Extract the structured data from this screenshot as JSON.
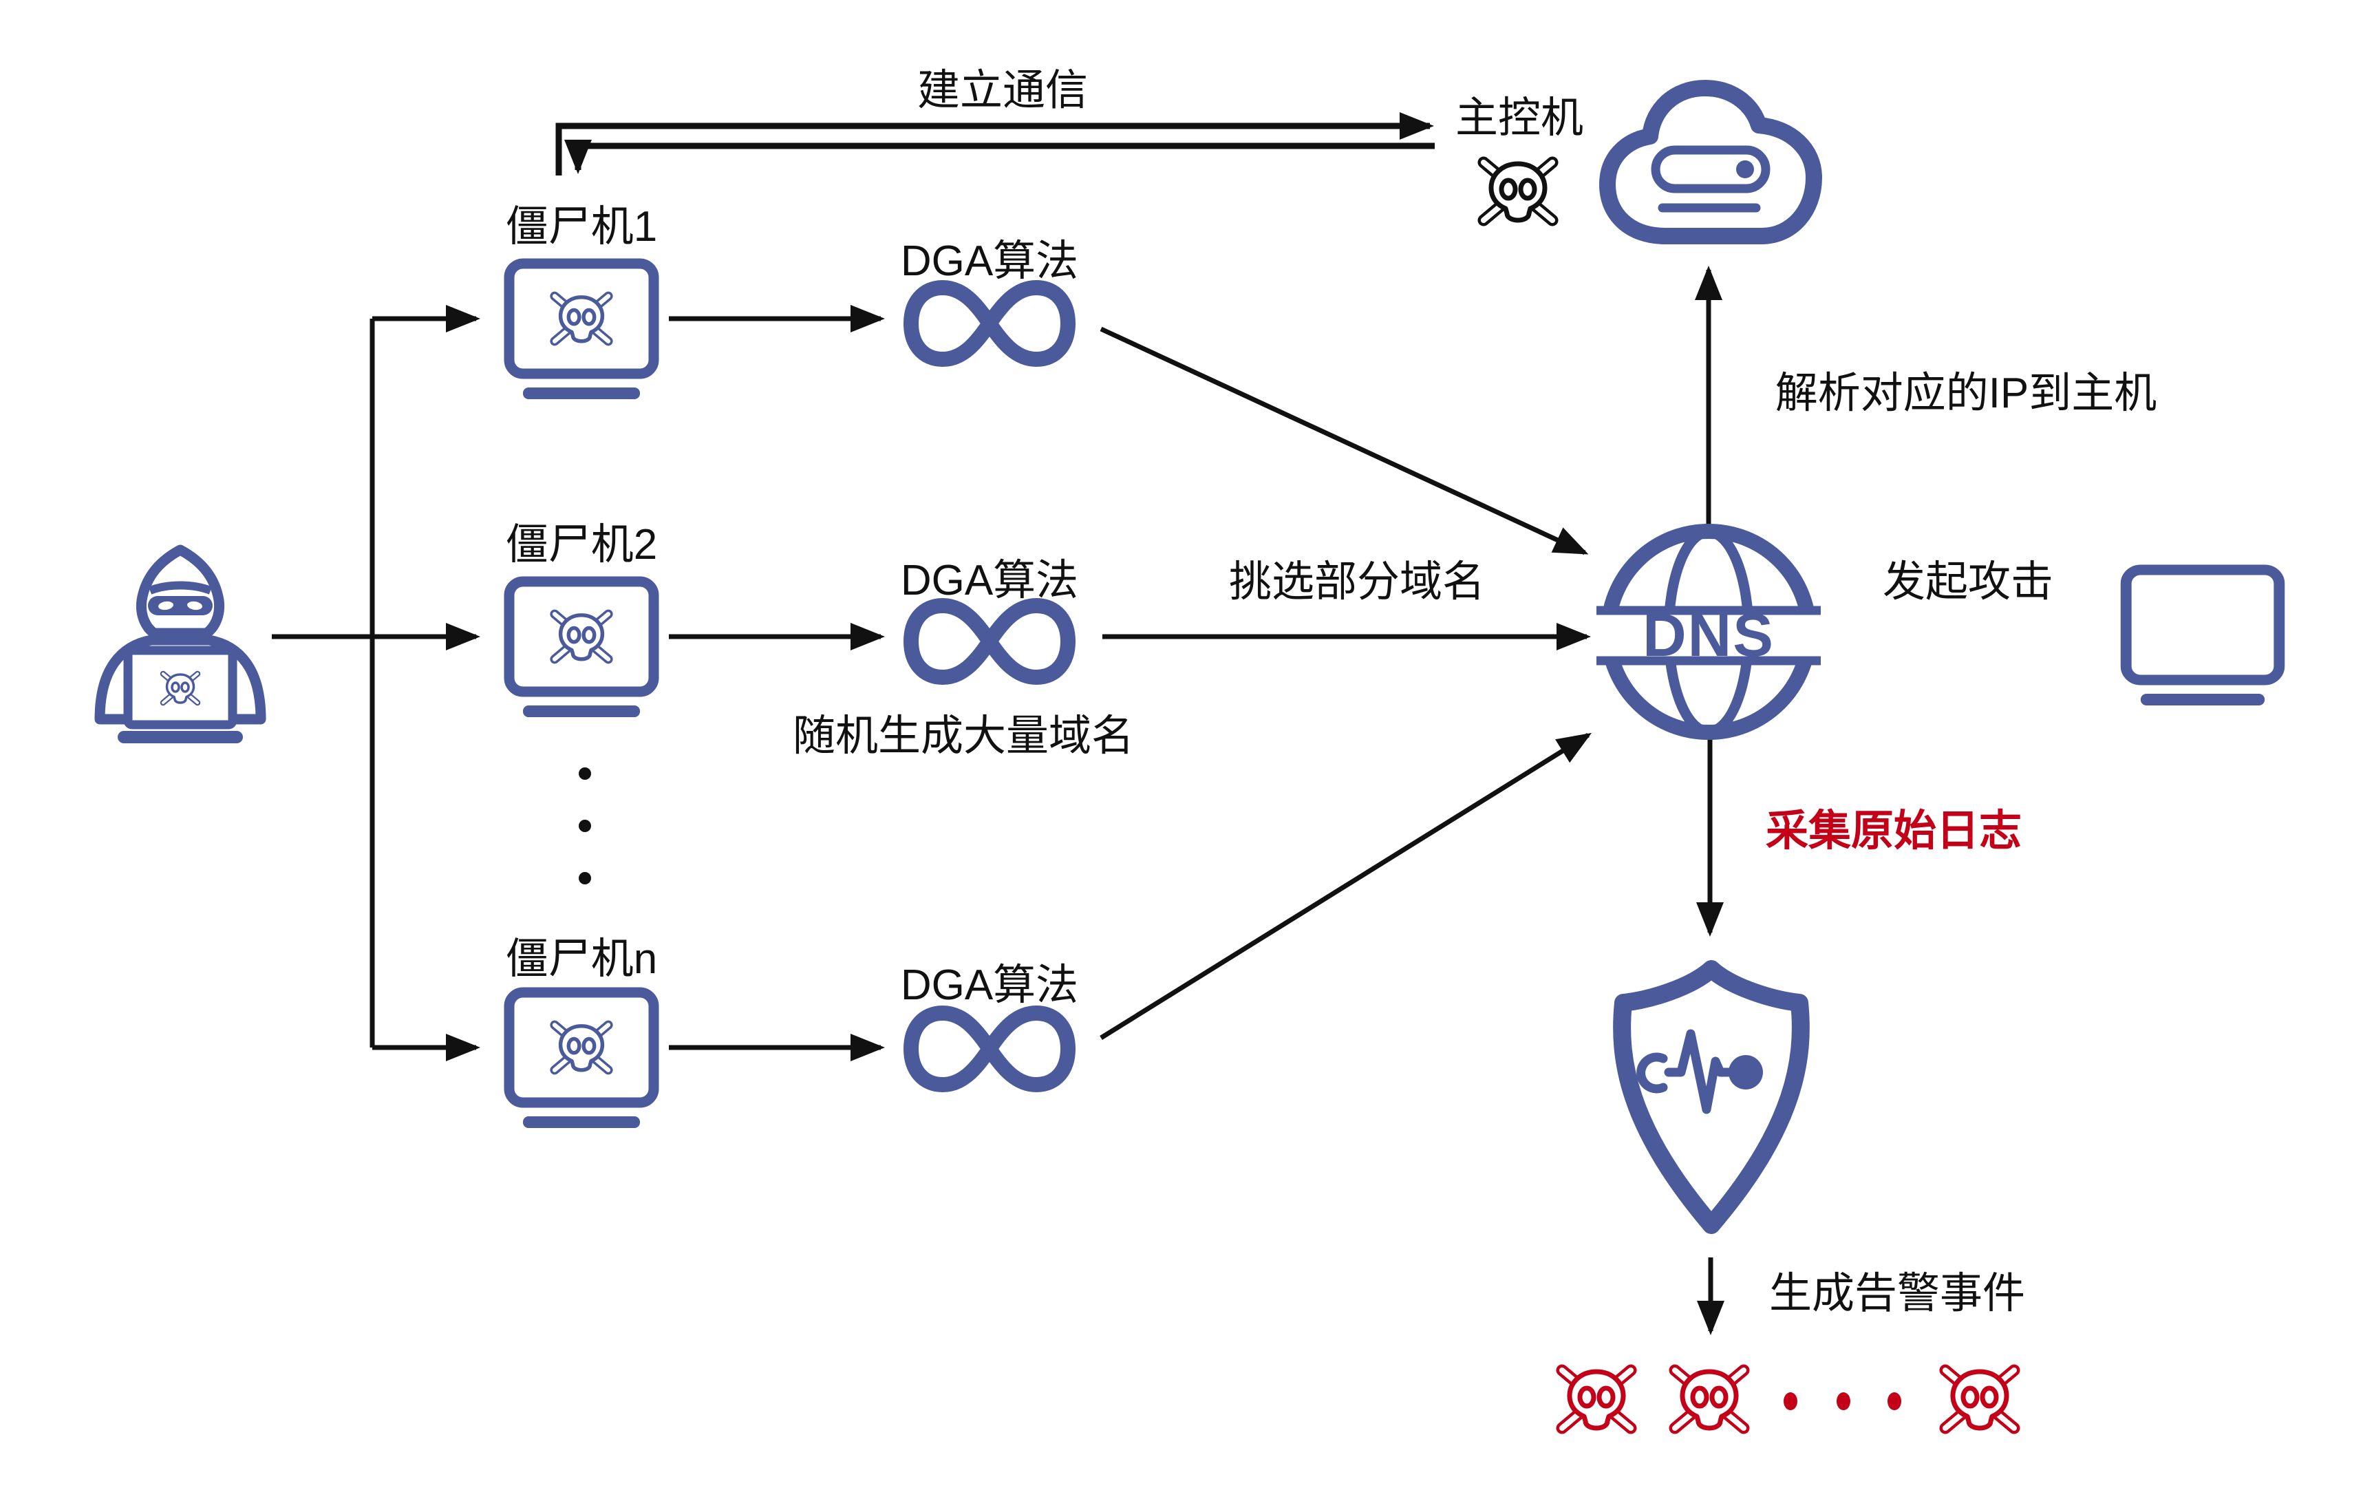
{
  "diagram": {
    "title_hint": "DGA botnet attack and detection flow",
    "colors": {
      "blue": "#4a5a9b",
      "red": "#c30018",
      "black": "#111111"
    },
    "labels": {
      "establish_comm": "建立通信",
      "master": "主控机",
      "zombie1": "僵尸机1",
      "zombie2": "僵尸机2",
      "zombie_n": "僵尸机n",
      "dga1": "DGA算法",
      "dga2": "DGA算法",
      "dga_n": "DGA算法",
      "pick_domains": "挑选部分域名",
      "random_domains": "随机生成大量域名",
      "resolve_ip": "解析对应的IP到主机",
      "attack": "发起攻击",
      "collect_logs": "采集原始日志",
      "alert_events": "生成告警事件",
      "dns": "DNS"
    }
  }
}
